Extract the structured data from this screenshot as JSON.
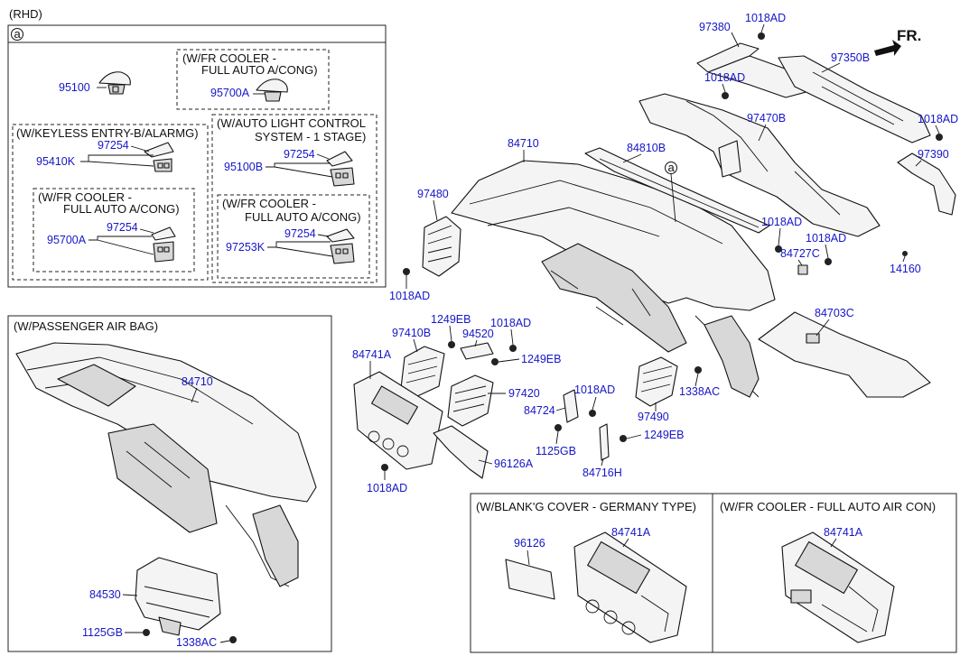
{
  "header": {
    "region": "(RHD)",
    "circle_a": "a",
    "front": "FR."
  },
  "boxes": {
    "fr_cooler_1": [
      "(W/FR COOLER -",
      "FULL AUTO A/CONG)"
    ],
    "keyless": "(W/KEYLESS ENTRY-B/ALARMG)",
    "auto_light": [
      "(W/AUTO LIGHT CONTROL",
      "SYSTEM - 1 STAGE)"
    ],
    "fr_cooler_2": [
      "(W/FR COOLER -",
      "FULL AUTO A/CONG)"
    ],
    "fr_cooler_3": [
      "(W/FR COOLER -",
      "FULL AUTO A/CONG)"
    ],
    "passenger_airbag": "(W/PASSENGER AIR BAG)",
    "blank_cover": "(W/BLANK'G COVER - GERMANY TYPE)",
    "fr_cooler_full": "(W/FR COOLER - FULL AUTO AIR CON)"
  },
  "labels": {
    "p95100": "95100",
    "p95700A_top": "95700A",
    "p97254_a": "97254",
    "p95410K": "95410K",
    "p97254_b": "97254",
    "p95100B": "95100B",
    "p97254_c": "97254",
    "p95700A": "95700A",
    "p97254_d": "97254",
    "p97253K": "97253K",
    "p97380": "97380",
    "p1018AD_1": "1018AD",
    "p97350B": "97350B",
    "p1018AD_2": "1018AD",
    "p97470B": "97470B",
    "p1018AD_3": "1018AD",
    "p84710": "84710",
    "p84810B": "84810B",
    "p97390": "97390",
    "p97480": "97480",
    "p1018AD_4": "1018AD",
    "p84727C": "84727C",
    "p1018AD_5": "1018AD",
    "p14160": "14160",
    "p1018AD_6": "1018AD",
    "p84703C": "84703C",
    "p1249EB_1": "1249EB",
    "p1018AD_7": "1018AD",
    "p97410B": "97410B",
    "p94520": "94520",
    "p84741A": "84741A",
    "p1249EB_2": "1249EB",
    "p97420": "97420",
    "p1018AD_8": "1018AD",
    "p1338AC_1": "1338AC",
    "p84724": "84724",
    "p97490": "97490",
    "p1125GB_1": "1125GB",
    "p1249EB_3": "1249EB",
    "p96126A": "96126A",
    "p1018AD_9": "1018AD",
    "p84716H": "84716H",
    "p84710_b": "84710",
    "p96126": "96126",
    "p84741A_b": "84741A",
    "p84741A_c": "84741A",
    "p84530": "84530",
    "p1125GB_2": "1125GB",
    "p1338AC_2": "1338AC"
  }
}
